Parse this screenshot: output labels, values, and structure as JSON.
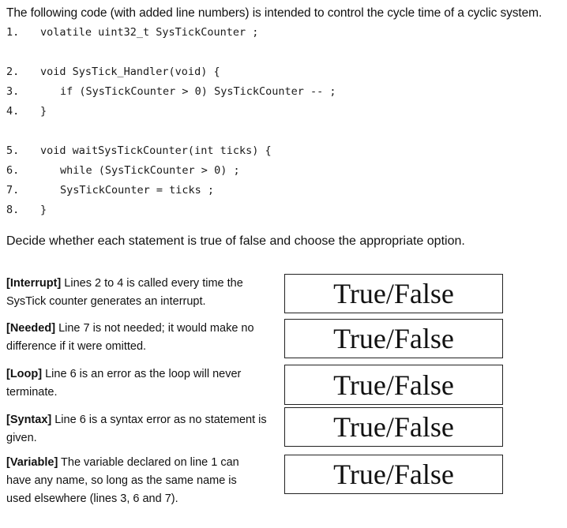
{
  "intro": "The following code (with added line numbers) is intended to control the cycle time of a cyclic system.",
  "code_lines": [
    {
      "num": "1.",
      "text": "volatile uint32_t SysTickCounter ;",
      "indent": 0
    },
    {
      "num": "2.",
      "text": "void SysTick_Handler(void) {",
      "indent": 0
    },
    {
      "num": "3.",
      "text": "if (SysTickCounter > 0) SysTickCounter -- ;",
      "indent": 1
    },
    {
      "num": "4.",
      "text": "}",
      "indent": 0
    },
    {
      "num": "5.",
      "text": "void waitSysTickCounter(int ticks) {",
      "indent": 0
    },
    {
      "num": "6.",
      "text": "while (SysTickCounter > 0) ;",
      "indent": 1
    },
    {
      "num": "7.",
      "text": "SysTickCounter = ticks ;",
      "indent": 1
    },
    {
      "num": "8.",
      "text": "}",
      "indent": 0
    }
  ],
  "instruction": "Decide whether each statement is true of false and choose the appropriate option.",
  "statements": [
    {
      "tag": "[Interrupt]",
      "text": " Lines 2 to 4 is called every time the SysTick counter generates an interrupt.",
      "choice": "True/False"
    },
    {
      "tag": "[Needed]",
      "text": " Line 7 is not needed; it would make no difference if it were omitted.",
      "choice": "True/False"
    },
    {
      "tag": "[Loop]",
      "text": " Line 6 is an error as the loop will never terminate.",
      "choice": "True/False"
    },
    {
      "tag": "[Syntax]",
      "text": " Line 6 is a syntax error as no statement is given.",
      "choice": "True/False"
    },
    {
      "tag": "[Variable]",
      "text": " The variable declared on line 1 can have any name, so long as the same name is used elsewhere (lines 3, 6 and 7).",
      "choice": "True/False"
    }
  ]
}
